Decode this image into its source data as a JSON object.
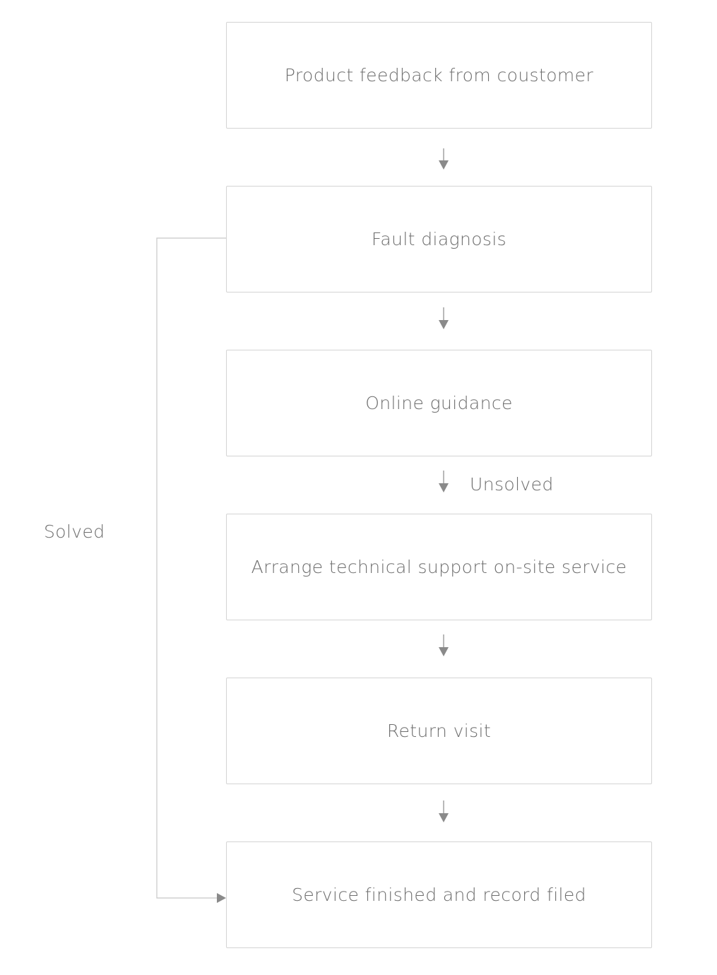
{
  "steps": [
    {
      "label": "Product feedback from coustomer"
    },
    {
      "label": "Fault diagnosis"
    },
    {
      "label": "Online guidance"
    },
    {
      "label": "Arrange technical support on-site service"
    },
    {
      "label": "Return visit"
    },
    {
      "label": "Service finished and record filed"
    }
  ],
  "branches": {
    "unsolved_label": "Unsolved",
    "solved_label": "Solved"
  },
  "colors": {
    "box_border": "#d4d4d4",
    "text": "#6e6e6e",
    "arrow": "#8a8a8a",
    "loop_line": "#c8c8c8"
  }
}
